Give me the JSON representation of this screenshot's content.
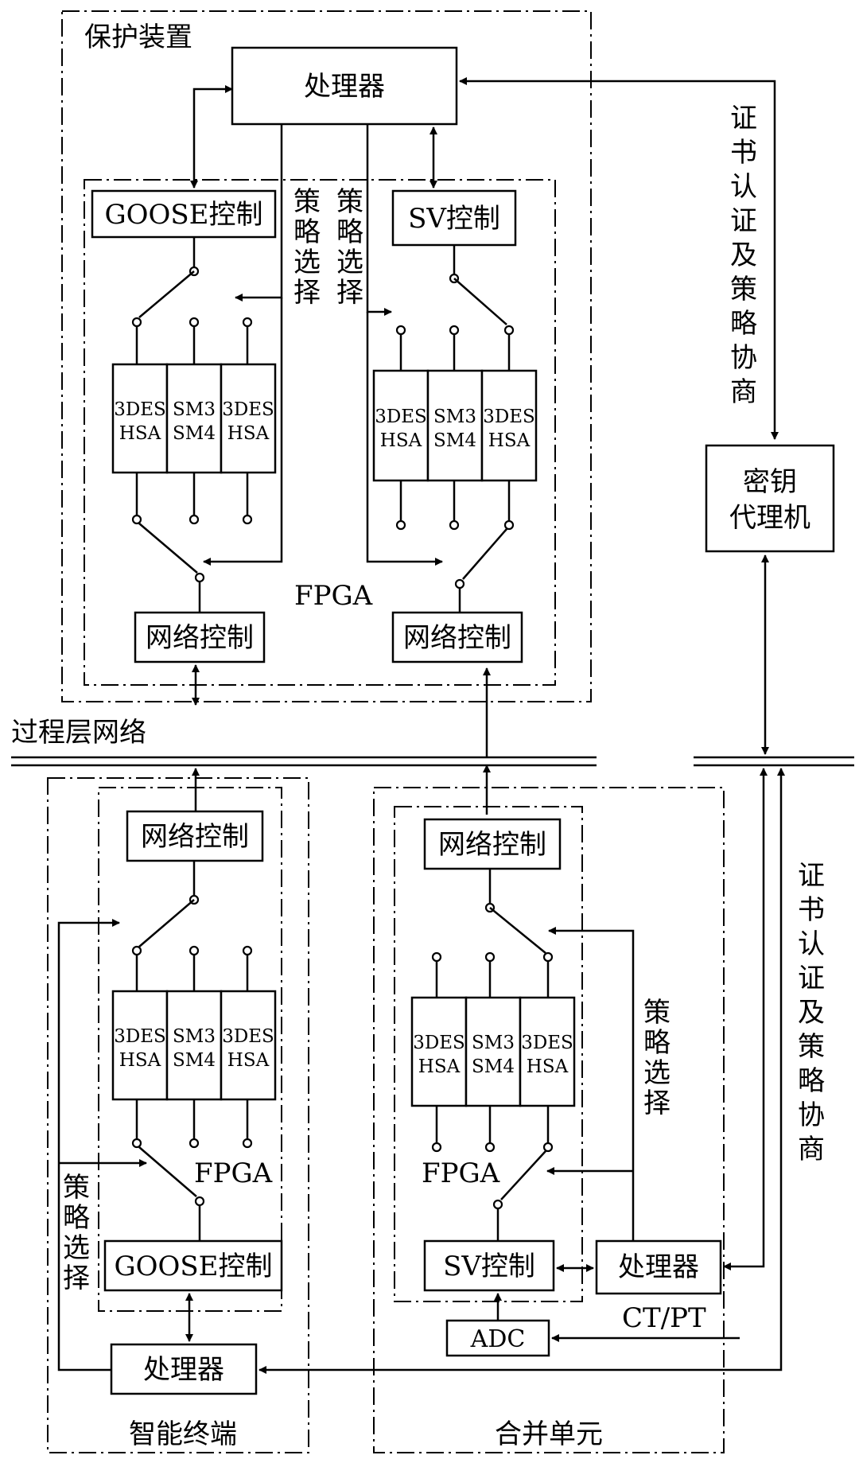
{
  "labels": {
    "protection_device": "保护装置",
    "processor": "处理器",
    "goose_control": "GOOSE控制",
    "sv_control": "SV控制",
    "policy_select": [
      "策",
      "略",
      "选",
      "择"
    ],
    "cert_negotiation": [
      "证",
      "书",
      "认",
      "证",
      "及",
      "策",
      "略",
      "协",
      "商"
    ],
    "key_agent": [
      "密钥",
      "代理机"
    ],
    "fpga": "FPGA",
    "network_control": "网络控制",
    "process_network": "过程层网络",
    "smart_terminal": "智能终端",
    "merging_unit": "合并单元",
    "adc": "ADC",
    "ctpt": "CT/PT",
    "cipher_cells": [
      [
        "3DES",
        "HSA"
      ],
      [
        "SM3",
        "SM4"
      ],
      [
        "3DES",
        "HSA"
      ]
    ]
  }
}
